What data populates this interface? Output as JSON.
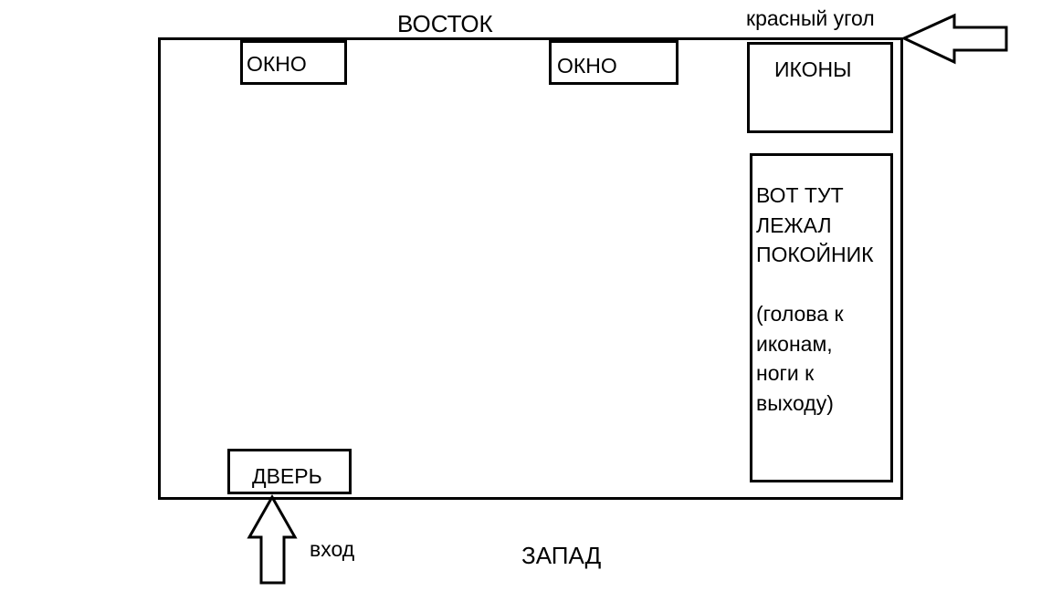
{
  "labels": {
    "east": "ВОСТОК",
    "west": "ЗАПАД",
    "red_corner": "красный угол",
    "entrance": "вход"
  },
  "boxes": {
    "window_left": "ОКНО",
    "window_right": "ОКНО",
    "icons": "ИКОНЫ",
    "door": "ДВЕРЬ",
    "deceased": {
      "line1": "ВОТ ТУТ",
      "line2": "ЛЕЖАЛ",
      "line3": "ПОКОЙНИК",
      "note1": "(голова к",
      "note2": "иконам,",
      "note3": "ноги к",
      "note4": "выходу)"
    }
  },
  "arrows": [
    {
      "name": "red-corner-arrow",
      "direction": "left"
    },
    {
      "name": "entrance-arrow",
      "direction": "up"
    }
  ]
}
